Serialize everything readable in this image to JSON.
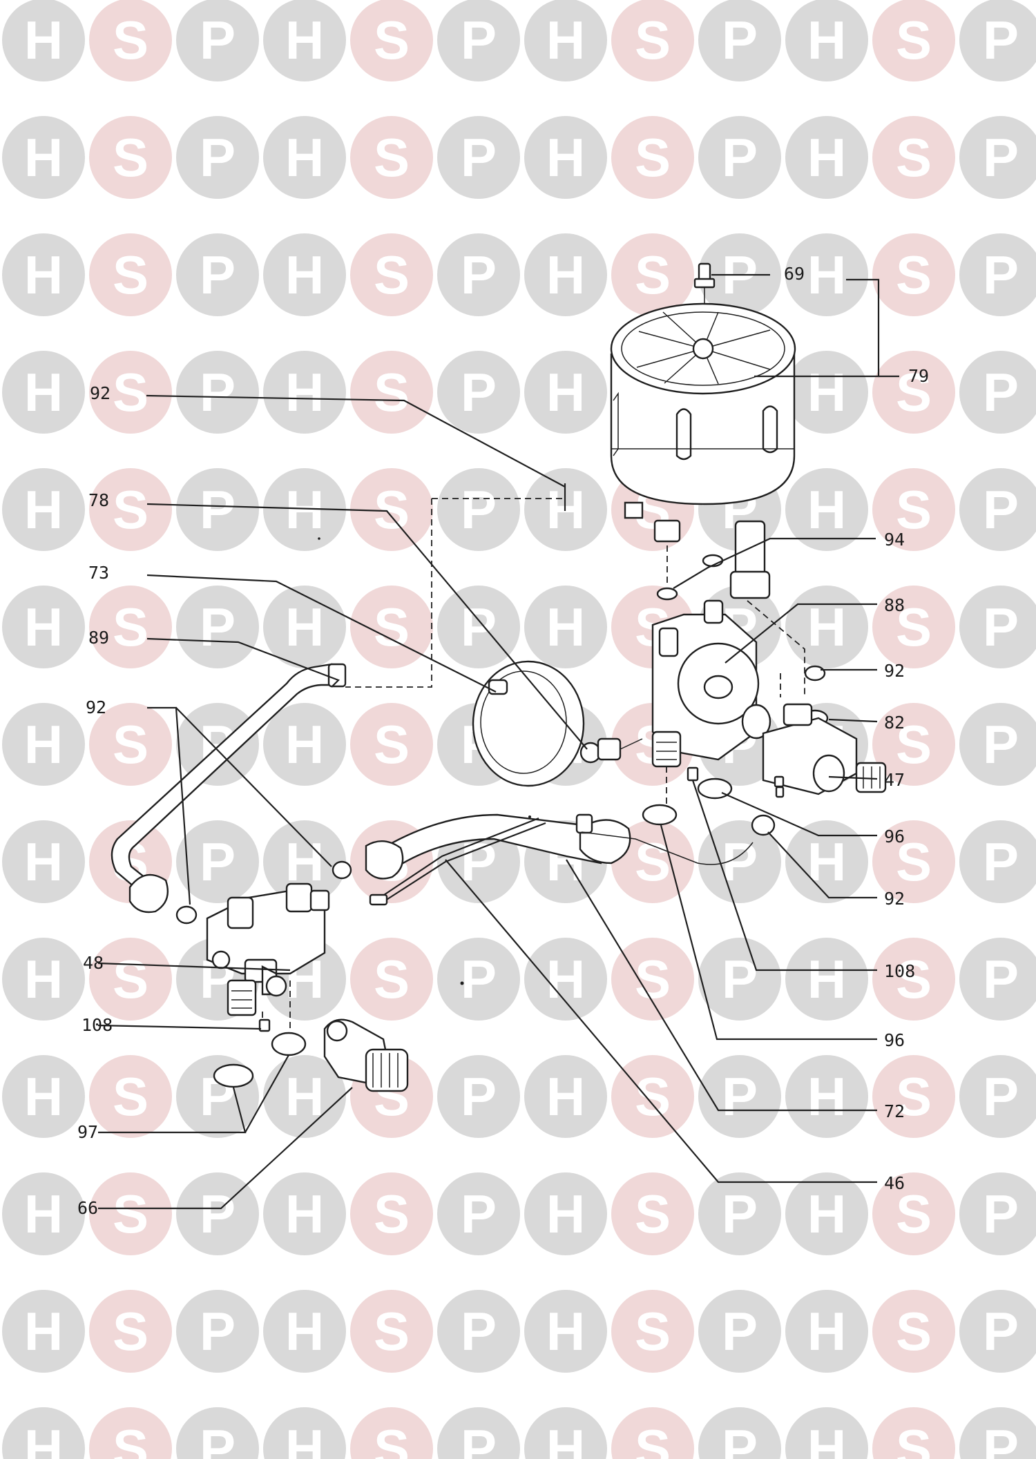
{
  "watermark": {
    "letters": [
      "H",
      "S",
      "P"
    ],
    "colors": {
      "H": "#d9d9d9",
      "S": "#f0d8d8",
      "P": "#d9d9d9"
    }
  },
  "callouts": [
    {
      "id": "c69",
      "text": "69"
    },
    {
      "id": "c79",
      "text": "79"
    },
    {
      "id": "c92a",
      "text": "92"
    },
    {
      "id": "c78",
      "text": "78"
    },
    {
      "id": "c94",
      "text": "94"
    },
    {
      "id": "c73",
      "text": "73"
    },
    {
      "id": "c88",
      "text": "88"
    },
    {
      "id": "c89",
      "text": "89"
    },
    {
      "id": "c92b",
      "text": "92"
    },
    {
      "id": "c92c",
      "text": "92"
    },
    {
      "id": "c82",
      "text": "82"
    },
    {
      "id": "c47",
      "text": "47"
    },
    {
      "id": "c96a",
      "text": "96"
    },
    {
      "id": "c92d",
      "text": "92"
    },
    {
      "id": "c48",
      "text": "48"
    },
    {
      "id": "c108a",
      "text": "108"
    },
    {
      "id": "c108b",
      "text": "108"
    },
    {
      "id": "c96b",
      "text": "96"
    },
    {
      "id": "c97",
      "text": "97"
    },
    {
      "id": "c72",
      "text": "72"
    },
    {
      "id": "c66",
      "text": "66"
    },
    {
      "id": "c46",
      "text": "46"
    }
  ]
}
